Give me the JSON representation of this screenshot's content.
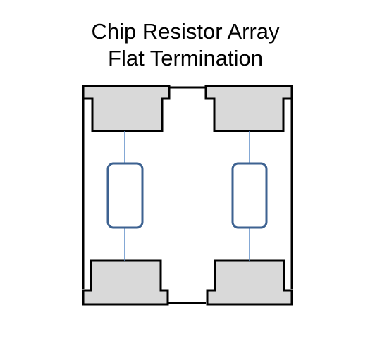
{
  "title": {
    "line1": "Chip Resistor Array",
    "line2": "Flat Termination"
  },
  "colors": {
    "outline": "#000000",
    "terminal_fill": "#d9d9d9",
    "resistor_stroke": "#3d6291",
    "lead_line": "#5b8bc7",
    "background": "#ffffff"
  },
  "components": {
    "resistor_count": 2,
    "terminal_count": 4
  }
}
